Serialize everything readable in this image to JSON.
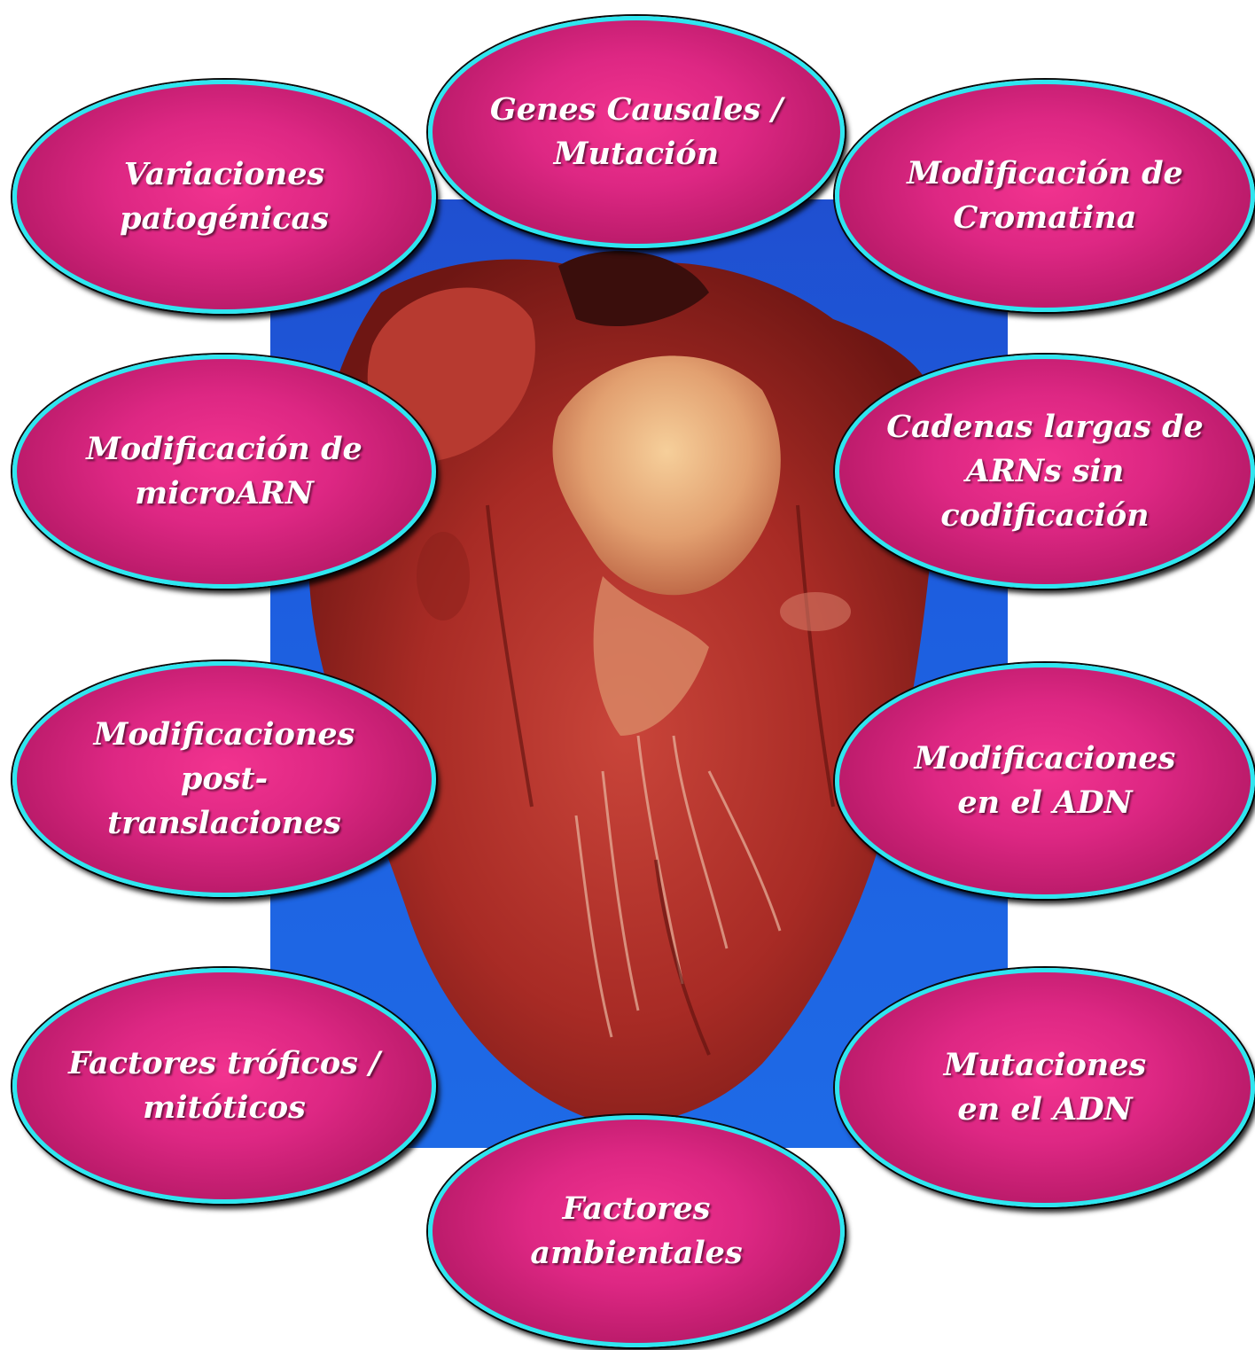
{
  "colors": {
    "bubble_fill": "#dd2783",
    "bubble_border": "#2fe6f0",
    "background_panel": "#1f5ed9",
    "heart": "#b8342c"
  },
  "image": {
    "description_icon": "heart-specimen-photo-icon"
  },
  "bubbles": {
    "top_center": "Genes Causales /\nMutación",
    "top_left": "Variaciones\npatogénicas",
    "top_right": "Modificación de\nCromatina",
    "mid_left": "Modificación de\nmicroARN",
    "mid_right": "Cadenas largas de\nARNs sin codificación",
    "lower_left": "Modificaciones post-\ntranslaciones",
    "lower_right": "Modificaciones\nen el ADN",
    "bottom_left": "Factores tróficos /\nmitóticos",
    "bottom_right": "Mutaciones\nen el ADN",
    "bottom_center": "Factores ambientales"
  }
}
